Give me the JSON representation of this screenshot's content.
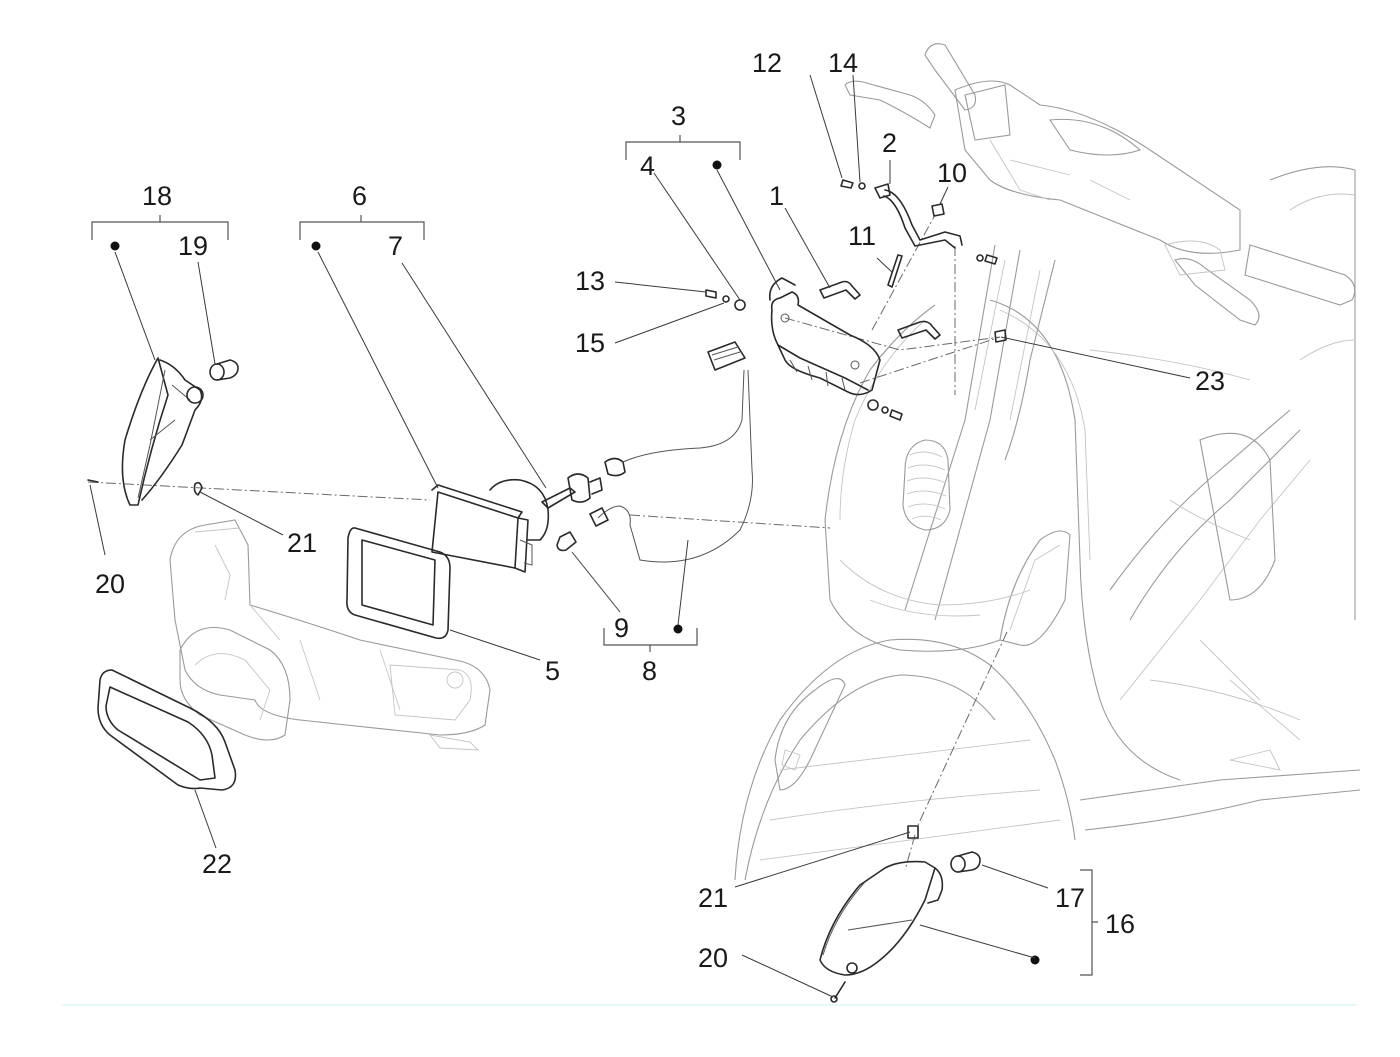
{
  "diagram": {
    "type": "exploded parts diagram",
    "subject": "scooter front headlight and turn-signal assembly",
    "callouts": [
      {
        "id": "c1",
        "label": "1"
      },
      {
        "id": "c2",
        "label": "2"
      },
      {
        "id": "c3",
        "label": "3"
      },
      {
        "id": "c4",
        "label": "4"
      },
      {
        "id": "c5",
        "label": "5"
      },
      {
        "id": "c6",
        "label": "6"
      },
      {
        "id": "c7",
        "label": "7"
      },
      {
        "id": "c8",
        "label": "8"
      },
      {
        "id": "c9",
        "label": "9"
      },
      {
        "id": "c10",
        "label": "10"
      },
      {
        "id": "c11",
        "label": "11"
      },
      {
        "id": "c12",
        "label": "12"
      },
      {
        "id": "c13",
        "label": "13"
      },
      {
        "id": "c14",
        "label": "14"
      },
      {
        "id": "c15",
        "label": "15"
      },
      {
        "id": "c16",
        "label": "16"
      },
      {
        "id": "c17",
        "label": "17"
      },
      {
        "id": "c18",
        "label": "18"
      },
      {
        "id": "c19",
        "label": "19"
      },
      {
        "id": "c20a",
        "label": "20"
      },
      {
        "id": "c20b",
        "label": "20"
      },
      {
        "id": "c21a",
        "label": "21"
      },
      {
        "id": "c21b",
        "label": "21"
      },
      {
        "id": "c22",
        "label": "22"
      },
      {
        "id": "c23",
        "label": "23"
      }
    ],
    "groups": [
      {
        "parent": "18",
        "children": [
          "•",
          "19"
        ]
      },
      {
        "parent": "6",
        "children": [
          "•",
          "7"
        ]
      },
      {
        "parent": "3",
        "children": [
          "4",
          "•"
        ]
      },
      {
        "parent": "8",
        "children": [
          "9",
          "•"
        ]
      },
      {
        "parent": "16",
        "children": [
          "17",
          "•"
        ]
      }
    ],
    "parts": [
      "front-turn-signal-left",
      "turn-signal-bulb-left",
      "headlight-unit",
      "headlight-bulb",
      "headlight-gasket",
      "parking-light-bulb",
      "headlight-wiring-harness",
      "headlight-support-bracket",
      "bracket-fasteners",
      "handlebar-cover-front",
      "turn-signal-frame",
      "front-turn-signal-right",
      "turn-signal-bulb-right",
      "scooter-front-body"
    ]
  }
}
